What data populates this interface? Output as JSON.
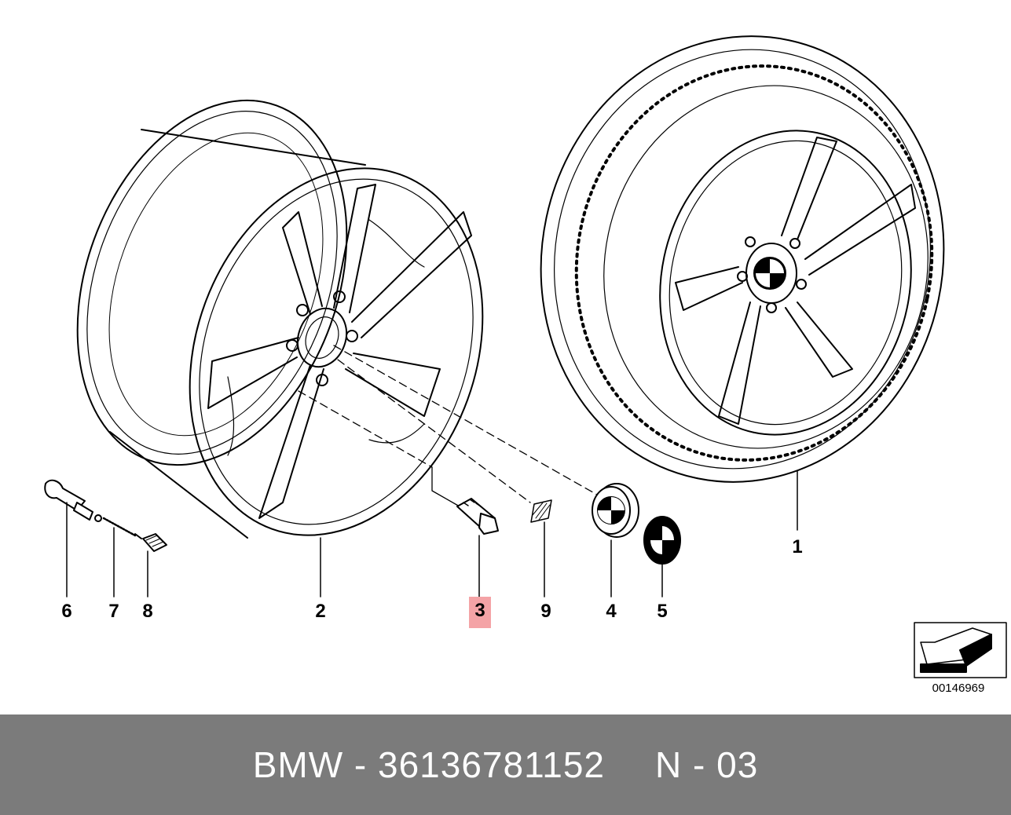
{
  "callouts": {
    "c1": "1",
    "c2": "2",
    "c3": "3",
    "c4": "4",
    "c5": "5",
    "c6": "6",
    "c7": "7",
    "c8": "8",
    "c9": "9"
  },
  "highlight_color": "#f4a3a6",
  "catalog_code": "00146969",
  "footer": {
    "brand": "BMW",
    "dash": "-",
    "part_number": "36136781152",
    "position": "N - 03",
    "background": "#7b7b7b"
  },
  "icons": [
    "direction-arrow-icon",
    "bmw-roundel-icon"
  ]
}
